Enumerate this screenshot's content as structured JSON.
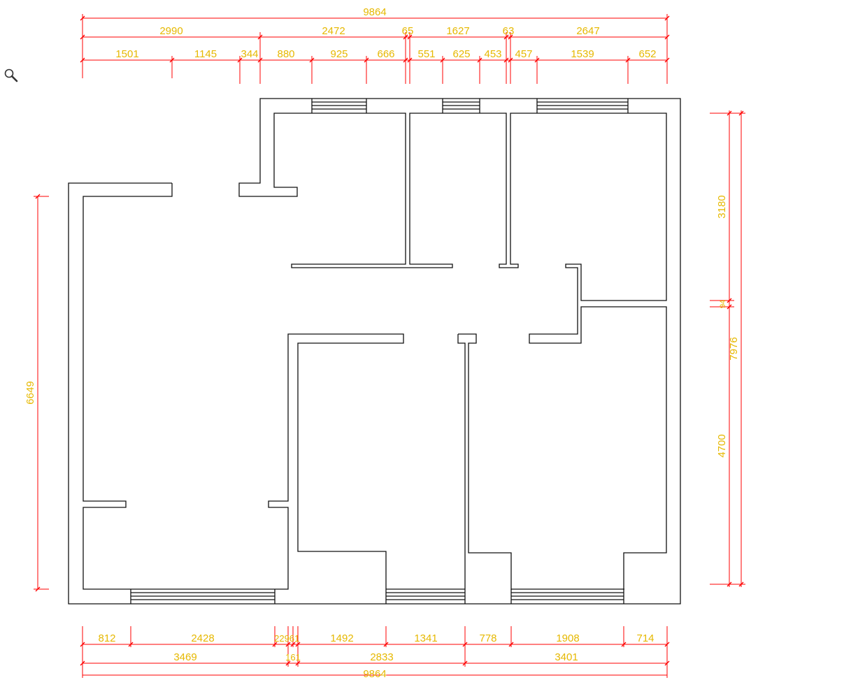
{
  "colors": {
    "dimension_line": "#ff0000",
    "dimension_text": "#e6b800",
    "wall": "#111111",
    "background": "#ffffff"
  },
  "toolbar": {
    "zoom_icon": "magnifier-icon"
  },
  "dimensions": {
    "top_total": "9864",
    "top_row2": [
      "2990",
      "2472",
      "65",
      "1627",
      "63",
      "2647"
    ],
    "top_row3": [
      "1501",
      "1145",
      "344",
      "880",
      "925",
      "666",
      "551",
      "625",
      "453",
      "457",
      "1539",
      "652"
    ],
    "bottom_row1": [
      "812",
      "2428",
      "229",
      "61",
      "1492",
      "1341",
      "778",
      "1908",
      "714"
    ],
    "bottom_row2": [
      "3469",
      "161",
      "2833",
      "3401"
    ],
    "bottom_total": "9864",
    "left_total": "6649",
    "right_segments": [
      "3180",
      "94",
      "4700"
    ],
    "right_total": "7976"
  }
}
